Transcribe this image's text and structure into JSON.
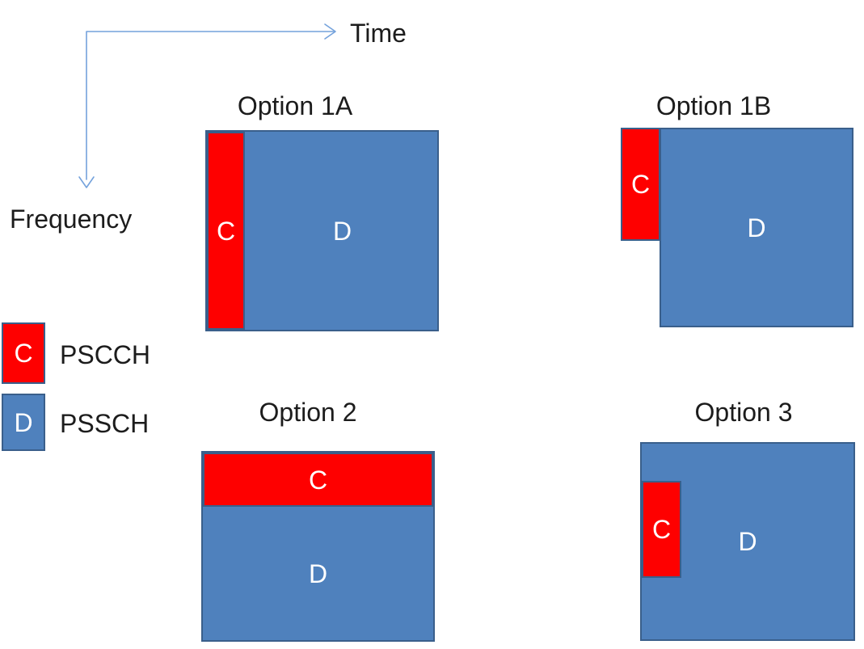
{
  "axes": {
    "time_label": "Time",
    "frequency_label": "Frequency"
  },
  "legend": {
    "pscch": {
      "symbol": "C",
      "label": "PSCCH"
    },
    "pssch": {
      "symbol": "D",
      "label": "PSSCH"
    }
  },
  "options": [
    {
      "title": "Option 1A",
      "c": "C",
      "d": "D"
    },
    {
      "title": "Option 1B",
      "c": "C",
      "d": "D"
    },
    {
      "title": "Option 2",
      "c": "C",
      "d": "D"
    },
    {
      "title": "Option 3",
      "c": "C",
      "d": "D"
    }
  ],
  "colors": {
    "pscch-fill": "#fe0000",
    "pssch-fill": "#4f81bd",
    "box-border": "#3a5f8b",
    "axis-arrow": "#74a2dc",
    "label-text": "#1c1c1c",
    "block-text": "#ffffff"
  }
}
